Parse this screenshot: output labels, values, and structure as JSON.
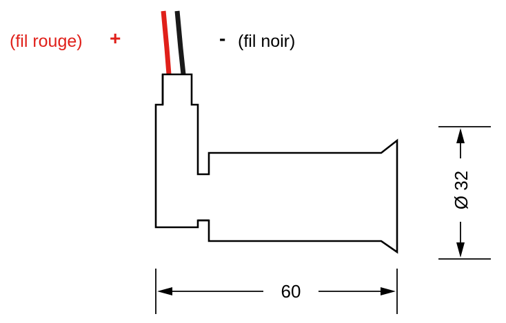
{
  "labels": {
    "red_wire_text": "(fil rouge)",
    "red_wire_sign": "+",
    "black_wire_sign": "-",
    "black_wire_text": "(fil noir)",
    "width_dimension": "60",
    "diameter_dimension": "Ø 32"
  },
  "colors": {
    "outline": "#000000",
    "red_wire": "#e0201a",
    "red_label": "#e0201a",
    "black_wire": "#1a1a1a"
  }
}
